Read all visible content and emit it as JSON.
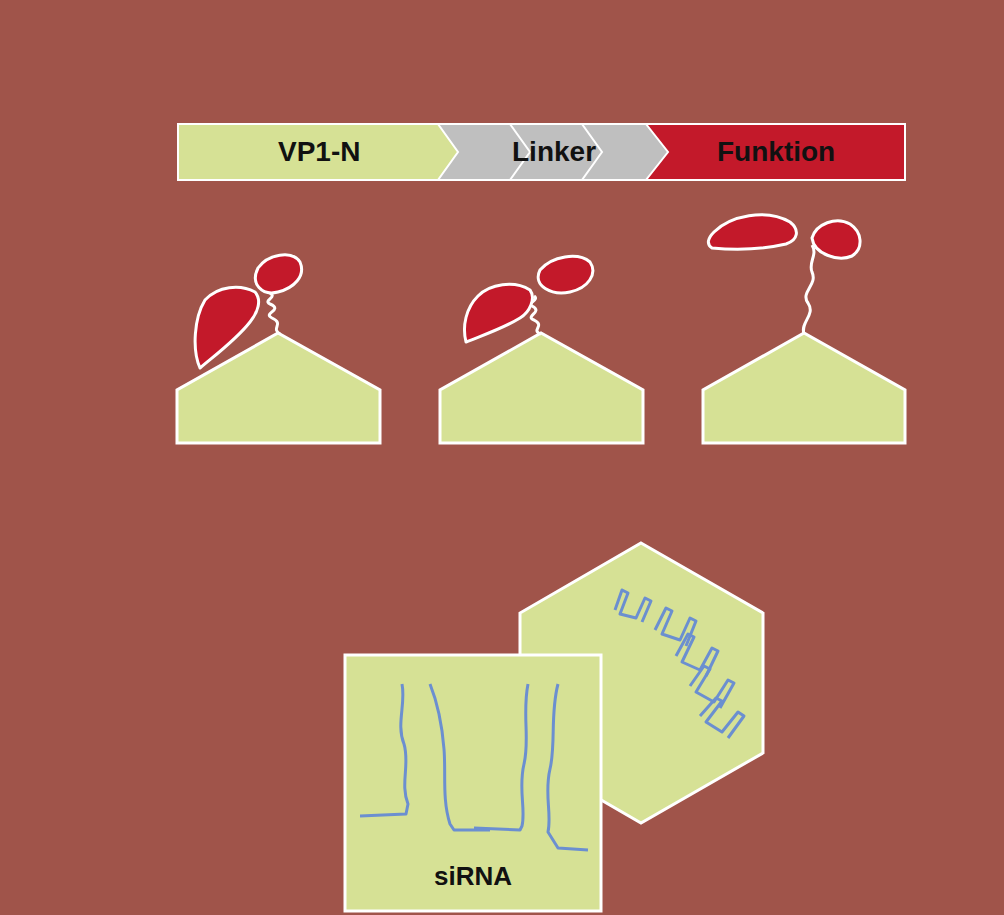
{
  "diagram": {
    "nodes": [
      {
        "text": [
          "VP1-N"
        ]
      },
      {
        "text": [
          "Linker"
        ]
      },
      {
        "text": [
          "Funktion"
        ]
      },
      {
        "text": [
          "siRNA"
        ]
      }
    ]
  }
}
